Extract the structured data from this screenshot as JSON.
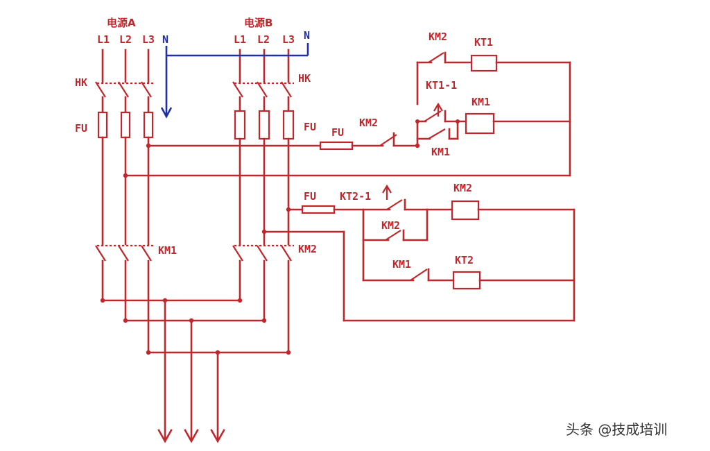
{
  "supplies": {
    "source_a": "电源A",
    "source_b": "电源B",
    "phases": [
      "L1",
      "L2",
      "L3"
    ],
    "neutral": "N"
  },
  "labels": {
    "hk_left": "HK",
    "hk_right": "HK",
    "fu_left": "FU",
    "fu_right": "FU",
    "fu_ctrl_top": "FU",
    "fu_ctrl_bottom": "FU",
    "km1_main": "KM1",
    "km2_main": "KM2",
    "km2_ctrl_top": "KM2",
    "kt1_coil": "KT1",
    "kt1_contact": "KT1-1",
    "km1_coil": "KM1",
    "km2_interlock": "KM2",
    "km1_hold": "KM1",
    "kt2_contact": "KT2-1",
    "km2_coil": "KM2",
    "km2_hold": "KM2",
    "km1_interlock": "KM1",
    "kt2_coil": "KT2"
  },
  "watermark": "头条 @技成培训",
  "colors": {
    "wire": "#c0272d",
    "neutral": "#1f2fa8",
    "text": "#333333"
  }
}
